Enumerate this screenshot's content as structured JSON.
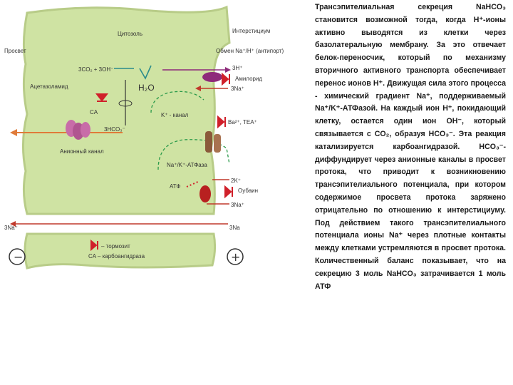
{
  "diagram": {
    "labels": {
      "cytosol": "Цитозоль",
      "interstitium": "Интерстициум",
      "lumen": "Просвет",
      "co2_oh": "3CO₂ + 3OH⁻",
      "acetazolamide": "Ацетазоламид",
      "h2o": "H₂O",
      "ca": "CA",
      "bicarbonate": "3HCO₃⁻",
      "anion_channel": "Анионный канал",
      "na_h_exchange": "Обмен Na⁺/H⁺ (антипорт)",
      "h_out": "3H⁺",
      "amiloride": "Амилорид",
      "na_in": "3Na⁺",
      "k_channel": "K⁺ - канал",
      "ba_tea": "Ba²⁺, TEA⁺",
      "na_k_atpase": "Na⁺/K⁺-АТФаза",
      "atp": "АТФ",
      "k_in": "2K⁺",
      "ouabain": "Оубаин",
      "na_atpase": "3Na⁺",
      "na_left": "3Na⁺",
      "na_right": "3Na",
      "inhibitor_legend": "– тормозит",
      "ca_legend": "CA – карбоангидраза",
      "minus_sign": "−",
      "plus_sign": "+"
    },
    "colors": {
      "cell": "#cfe3a3",
      "cell_border": "#b8cc88",
      "arrow_red": "#c0392b",
      "arrow_orange": "#e07b39",
      "arrow_teal": "#2a8b8b",
      "inhibitor": "#d0202a",
      "antiporter": "#8e2a7a",
      "channel": "#8a5a3a"
    }
  },
  "text": {
    "paragraph": "Трансэпителиальная секреция NaHCO₃ становится возможной тогда, когда H⁺-ионы активно выводятся из клетки через базолатеральную мембрану. За это отвечает белок-переносчик, который по механизму вторичного активного транспорта обеспечивает перенос ионов H⁺. Движущая сила этого процесса - химический градиент Na⁺, поддерживаемый Na⁺/K⁺-АТФазой. На каждый ион H⁺, покидающий клетку, остается один ион OH⁻, который связывается с CO₂, образуя HCO₃⁻. Эта реакция катализируется карбоангидразой. HCO₃⁻-диффундирует через анионные каналы в просвет протока, что приводит к возникновению трансэпителиального потенциала, при котором содержимое просвета протока заряжено отрицательно по отношению к интерстициуму. Под действием такого трансэпителиального потенциала ионы Na⁺ через плотные контакты между клетками устремляются в просвет протока. Количественный баланс показывает, что на секрецию 3 моль NaHCO₃ затрачивается 1 моль АТФ"
  }
}
